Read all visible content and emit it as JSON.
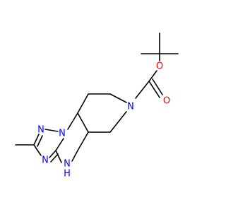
{
  "colors": {
    "background": "#ffffff",
    "bond": "#000000",
    "nitrogen": "#0000ff",
    "oxygen": "#ff0000"
  },
  "atoms": {
    "o_ester": "O",
    "o_carbonyl": "O",
    "n_piperidine": "N",
    "n_triazole_1": "N",
    "n_triazole_2": "N",
    "n_triazole_3": "N",
    "nh": "N",
    "nh_h": "H"
  }
}
